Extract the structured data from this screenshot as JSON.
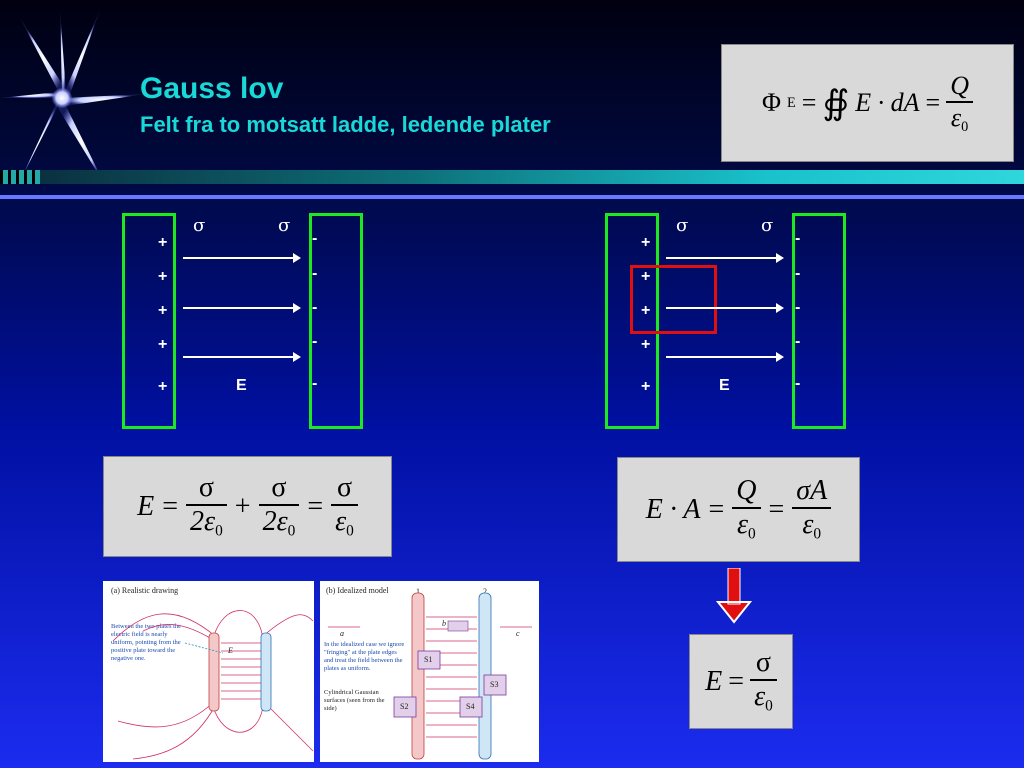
{
  "slide": {
    "title": "Gauss lov",
    "subtitle": "Felt fra to motsatt ladde, ledende plater"
  },
  "colors": {
    "title": "#18d8d8",
    "plate_border": "#1ee81e",
    "highlight_box": "#e01010",
    "down_arrow": "#e01010"
  },
  "diagram_left": {
    "sigma_left": "σ",
    "sigma_right": "σ",
    "plus": [
      "+",
      "+",
      "+",
      "+",
      "+"
    ],
    "minus": [
      "-",
      "-",
      "-",
      "-",
      "-"
    ],
    "field_label": "E"
  },
  "diagram_right": {
    "sigma_left": "σ",
    "sigma_right": "σ",
    "plus": [
      "+",
      "+",
      "+",
      "+",
      "+"
    ],
    "minus": [
      "-",
      "-",
      "-",
      "-",
      "-"
    ],
    "field_label": "E"
  },
  "formula_top": {
    "phi": "Φ",
    "phi_sub": "E",
    "eq": "=",
    "integral": "∯",
    "body": "E · dA",
    "eq2": "=",
    "num": "Q",
    "den": "ε",
    "den_sub": "0"
  },
  "formula_left": {
    "lhs": "E",
    "eq": "=",
    "num1": "σ",
    "den1": "2ε",
    "sub1": "0",
    "plus": "+",
    "num2": "σ",
    "den2": "2ε",
    "sub2": "0",
    "eq2": "=",
    "num3": "σ",
    "den3": "ε",
    "sub3": "0"
  },
  "formula_right": {
    "lhs": "E · A",
    "eq": "=",
    "num1": "Q",
    "den1": "ε",
    "sub1": "0",
    "eq2": "=",
    "num2": "σA",
    "den2": "ε",
    "sub2": "0"
  },
  "formula_result": {
    "lhs": "E",
    "eq": "=",
    "num": "σ",
    "den": "ε",
    "sub": "0"
  },
  "figure_a": {
    "caption": "(a) Realistic drawing",
    "note": "Between the two plates the electric field is nearly uniform, pointing from the positive plate toward the negative one.",
    "field_label": "E"
  },
  "figure_b": {
    "caption": "(b) Idealized model",
    "plate1": "1",
    "plate2": "2",
    "note1": "In the idealized case we ignore \"fringing\" at the plate edges and treat the field between the plates as uniform.",
    "note2": "Cylindrical Gaussian surfaces (seen from the side)",
    "s1": "S1",
    "s2": "S2",
    "s3": "S3",
    "s4": "S4",
    "a": "a",
    "b": "b",
    "c": "c"
  }
}
